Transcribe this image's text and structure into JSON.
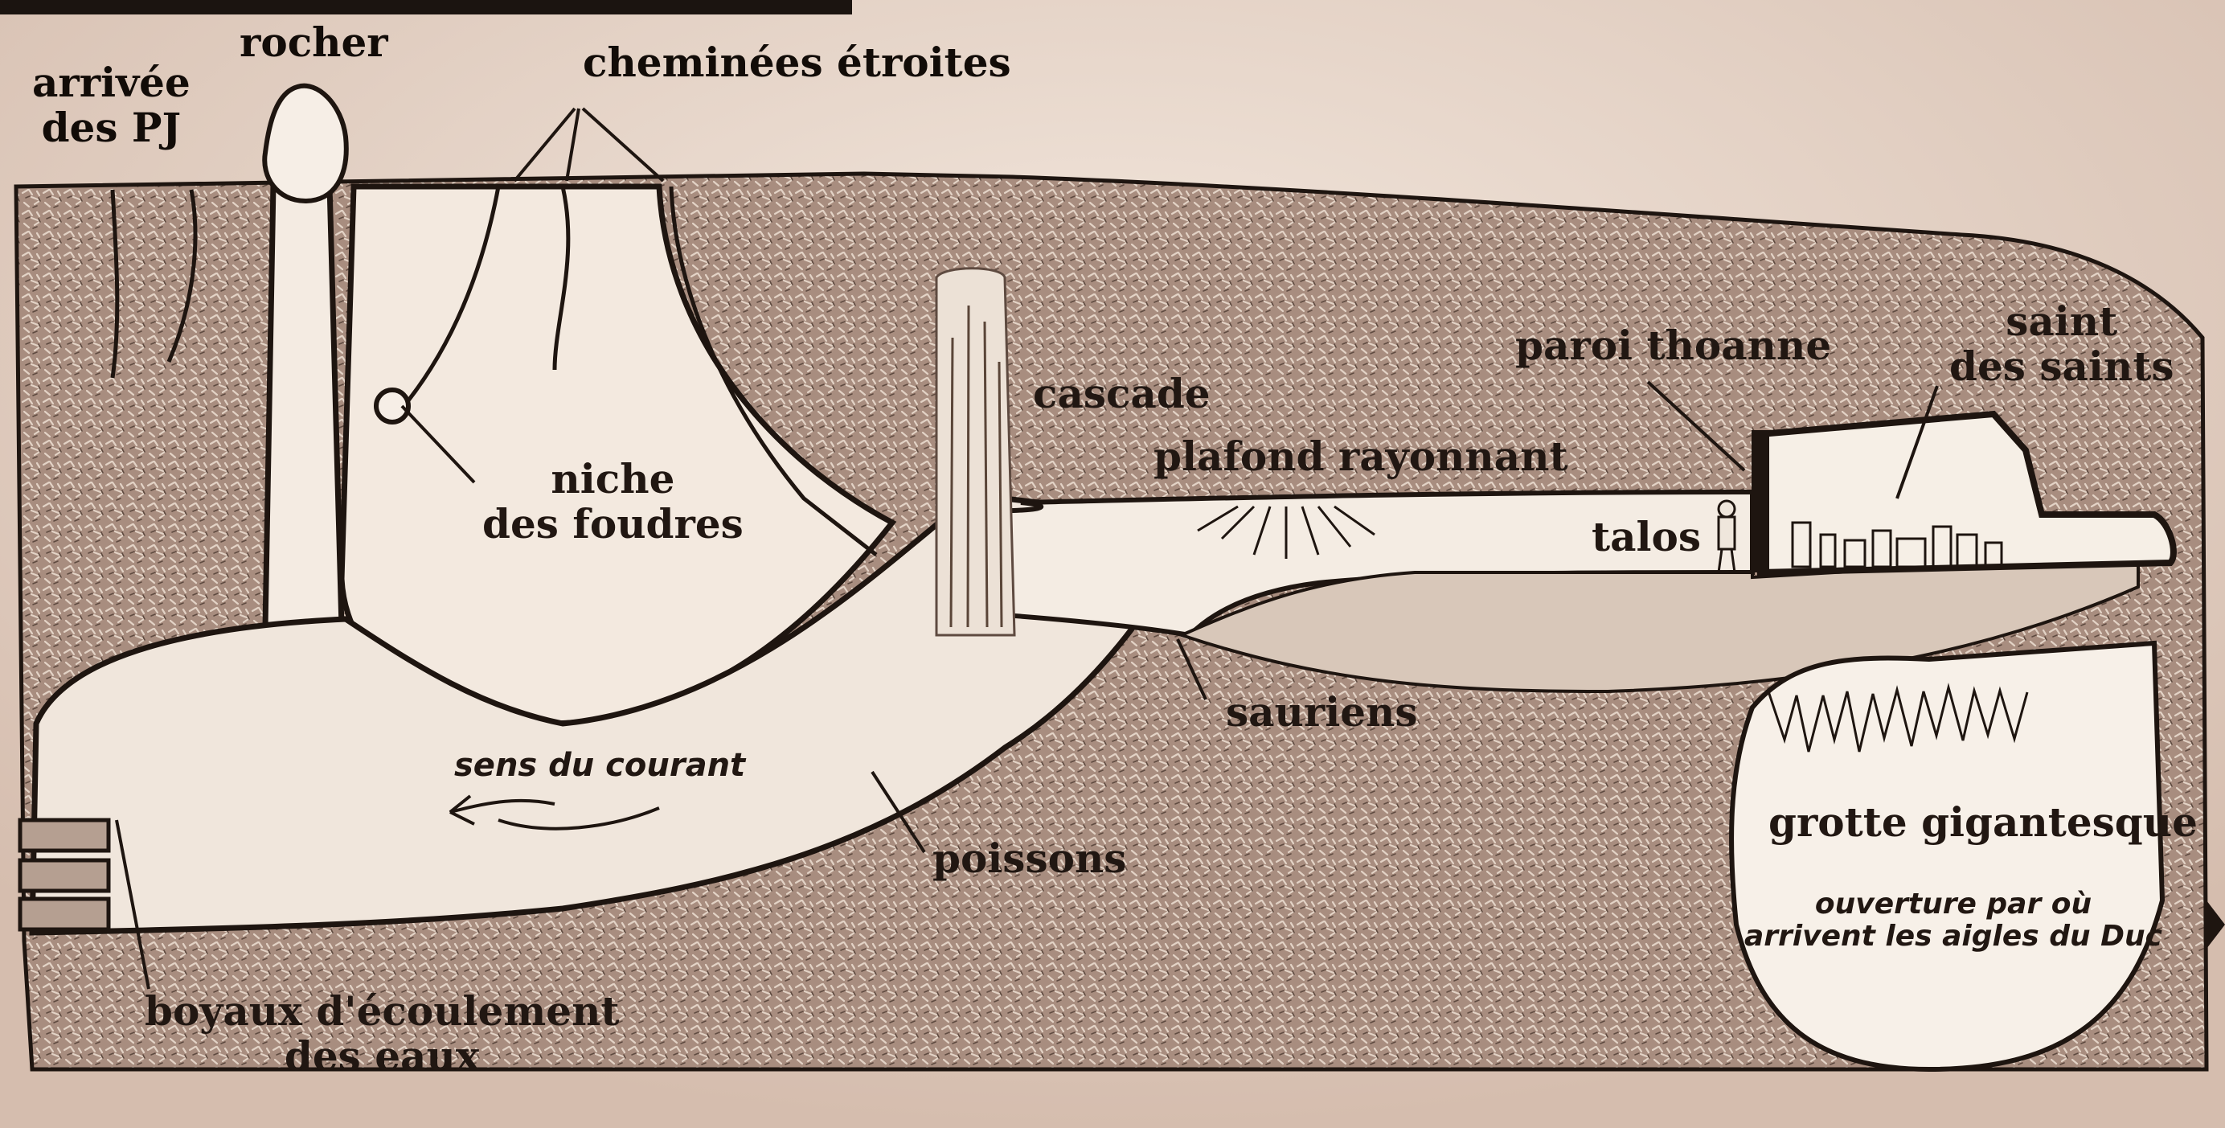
{
  "labels": {
    "arrivee": "arrivée\ndes PJ",
    "rocher": "rocher",
    "cheminees": "cheminées étroites",
    "niche": "niche\ndes foudres",
    "cascade": "cascade",
    "paroi": "paroi thoanne",
    "saint": "saint\ndes saints",
    "plafond": "plafond rayonnant",
    "talos": "talos",
    "sauriens": "sauriens",
    "sens_courant": "sens du courant",
    "poissons": "poissons",
    "grotte": "grotte gigantesque",
    "ouverture": "ouverture par où\narrivent les aigles du Duc",
    "boyaux": "boyaux d'écoulement\ndes eaux"
  },
  "colors": {
    "rock": "#a98e80",
    "cave_light": "#f7efe6",
    "water": "#efe3d6",
    "ink": "#1e1510",
    "paper": "#e7d6c8"
  }
}
